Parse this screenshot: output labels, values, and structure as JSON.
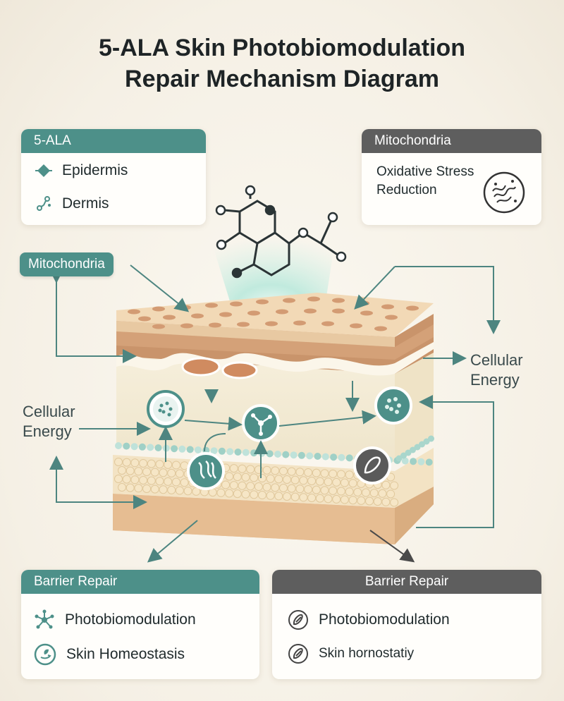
{
  "title": {
    "line1": "5-ALA Skin Photobiomodulation",
    "line2": "Repair Mechanism Diagram"
  },
  "top_left_card": {
    "header": "5-ALA",
    "items": [
      {
        "label": "Epidermis",
        "icon": "diamond-icon"
      },
      {
        "label": "Dermis",
        "icon": "molecule-link-icon"
      }
    ]
  },
  "top_right_card": {
    "header": "Mitochondria",
    "text_line1": "Oxidative Stress",
    "text_line2": "Reduction",
    "icon": "mitochondria-swirl-icon"
  },
  "left_pill": "Mitochondria",
  "left_label": {
    "line1": "Cellular",
    "line2": "Energy"
  },
  "right_label": {
    "line1": "Cellular",
    "line2": "Energy"
  },
  "bottom_left_card": {
    "header": "Barrier Repair",
    "items": [
      {
        "label": "Photobiomodulation",
        "icon": "network-icon"
      },
      {
        "label": "Skin Homeostasis",
        "icon": "leaf-hand-icon"
      }
    ]
  },
  "bottom_right_card": {
    "header": "Barrier Repair",
    "items": [
      {
        "label": "Photobiomodulation",
        "icon": "capsule-icon"
      },
      {
        "label": "Skin hornostatiy",
        "icon": "capsule-icon"
      }
    ]
  },
  "colors": {
    "teal": "#4d9089",
    "gray_header": "#5e5e5e",
    "skin_surface": "#f2d9b6",
    "dermis": "#f4ecd6",
    "fat_beads": "#f1dfb8"
  }
}
